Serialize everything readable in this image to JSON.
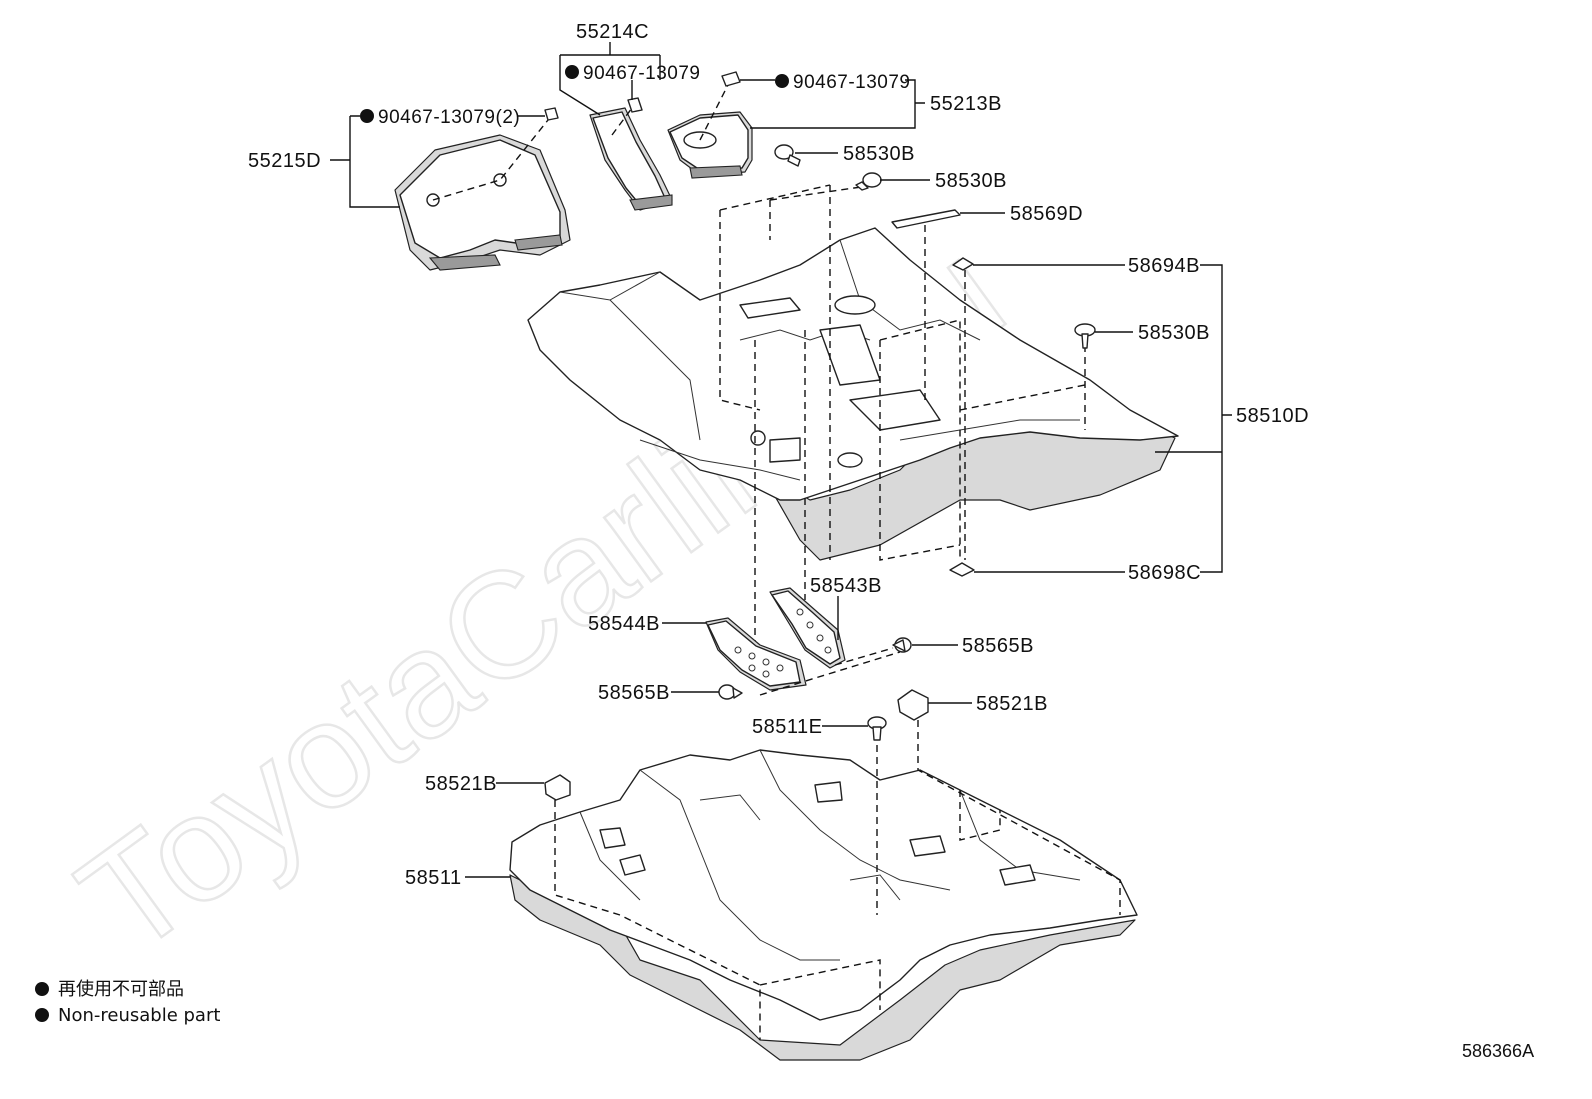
{
  "watermark": "ToyotaCarline.ru",
  "figure_code": "586366A",
  "legend": {
    "japanese": "再使用不可部品",
    "english": "Non-reusable part"
  },
  "labels": {
    "p55214C": "55214C",
    "p90467_top": "90467-13079",
    "p90467_right": "90467-13079",
    "p55213B": "55213B",
    "p90467_left": "90467-13079(2)",
    "p55215D": "55215D",
    "p58530B_1": "58530B",
    "p58530B_2": "58530B",
    "p58569D": "58569D",
    "p58694B": "58694B",
    "p58530B_3": "58530B",
    "p58510D": "58510D",
    "p58698C": "58698C",
    "p58543B": "58543B",
    "p58544B": "58544B",
    "p58565B_right": "58565B",
    "p58565B_left": "58565B",
    "p58521B_right": "58521B",
    "p58511E": "58511E",
    "p58521B_left": "58521B",
    "p58511": "58511"
  }
}
